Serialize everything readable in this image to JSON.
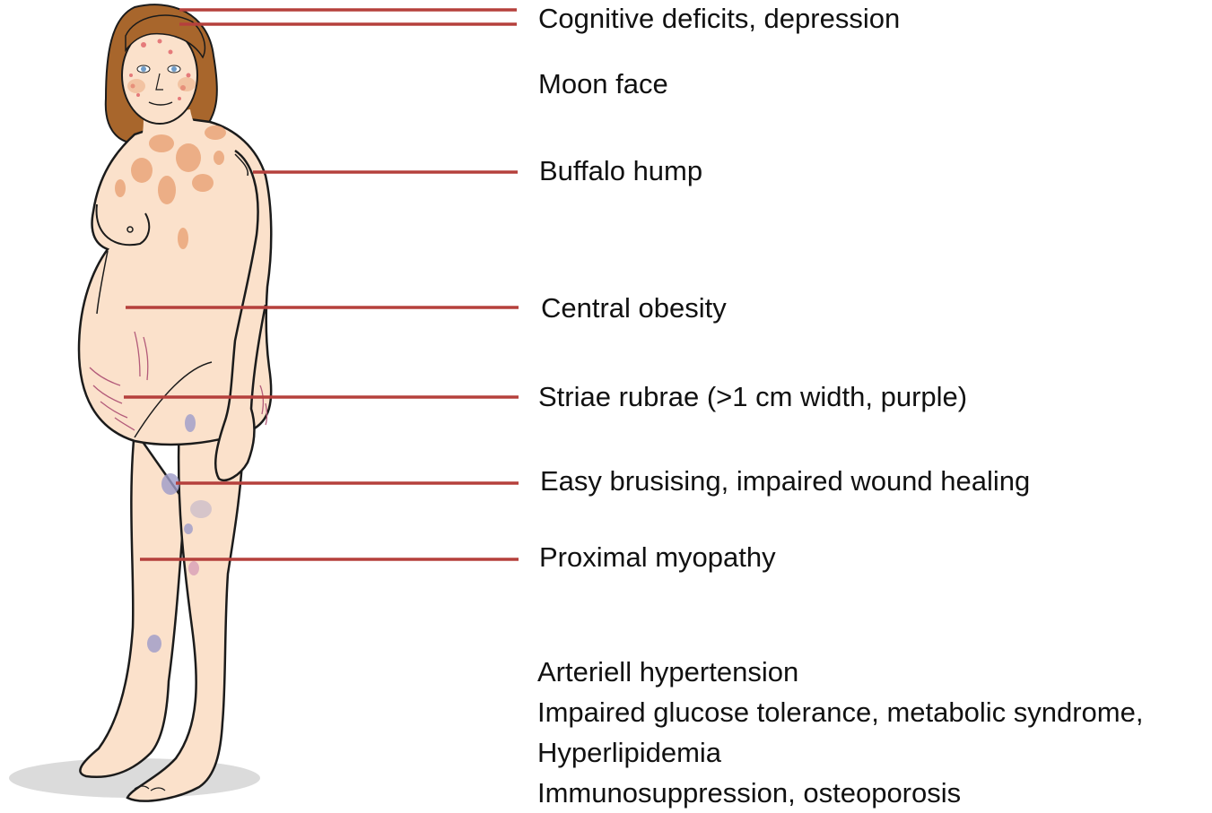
{
  "labels": {
    "cognitive": "Cognitive deficits, depression",
    "moon_face": "Moon face",
    "buffalo_hump": "Buffalo hump",
    "central_obesity": "Central obesity",
    "striae": "Striae rubrae (>1 cm width, purple)",
    "bruising": "Easy brusising, impaired wound healing",
    "myopathy": "Proximal myopathy"
  },
  "systemic": [
    "Arteriell hypertension",
    "Impaired glucose tolerance, metabolic syndrome,",
    "Hyperlipidemia",
    "Immunosuppression, osteoporosis"
  ],
  "colors": {
    "leader_line": "#b5403c",
    "skin": "#fbe1cb",
    "hair": "#a8662c",
    "outline": "#1b1b1b",
    "pigment_spot": "#eaa67a",
    "bruise": "#9e9cc9",
    "striae": "#b35b7a"
  }
}
